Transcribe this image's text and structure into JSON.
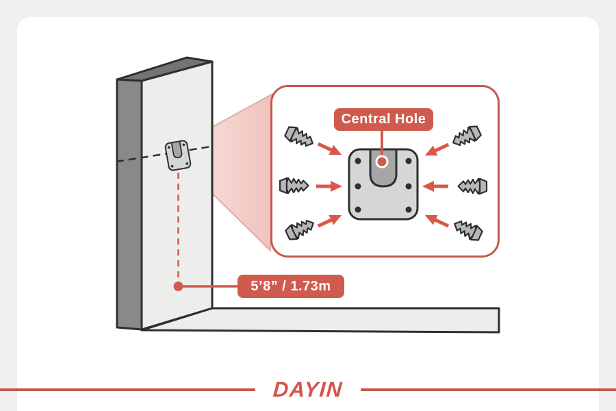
{
  "callout": {
    "label": "Central Hole"
  },
  "measurement": {
    "label": "5’8” / 1.73m"
  },
  "footer": {
    "brand": "DAYIN"
  },
  "colors": {
    "page_bg": "#f0f0ef",
    "card_bg": "#ffffff",
    "outline": "#2e2e2e",
    "wall_dark": "#747474",
    "wall_side": "#898989",
    "wall_front": "#ededec",
    "floor": "#ededec",
    "plate": "#d6d6d6",
    "slot": "#a6a6a6",
    "screw": "#b7b7b7",
    "accent": "#cf5a4e",
    "accent_border": "#c4584c",
    "arrow": "#d9584a",
    "beam_edge": "#cc8072",
    "logo": "#d5544a"
  }
}
